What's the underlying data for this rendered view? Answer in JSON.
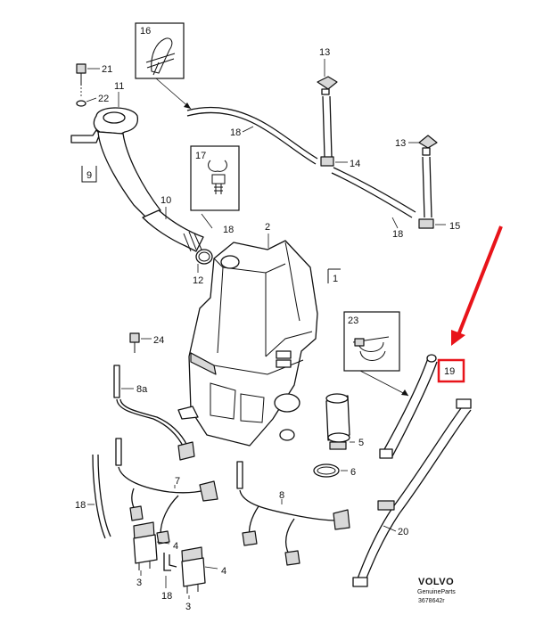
{
  "diagram": {
    "labels": {
      "l2": "2",
      "l3a": "3",
      "l3b": "3",
      "l4a": "4",
      "l4b": "4",
      "l5": "5",
      "l6": "6",
      "l7": "7",
      "l8": "8",
      "l8a": "8a",
      "l9": "9",
      "l10": "10",
      "l11": "11",
      "l12": "12",
      "l13a": "13",
      "l13b": "13",
      "l14": "14",
      "l15": "15",
      "l16": "16",
      "l17": "17",
      "l18a": "18",
      "l18b": "18",
      "l18c": "18",
      "l18d": "18",
      "l18e": "18",
      "l19": "19",
      "l20": "20",
      "l21": "21",
      "l22": "22",
      "l23": "23",
      "l24": "24",
      "l1": "1"
    },
    "highlight_color": "#e8141a",
    "brand": {
      "name": "VOLVO",
      "sub": "GenuineParts",
      "code": "3678642r"
    }
  }
}
